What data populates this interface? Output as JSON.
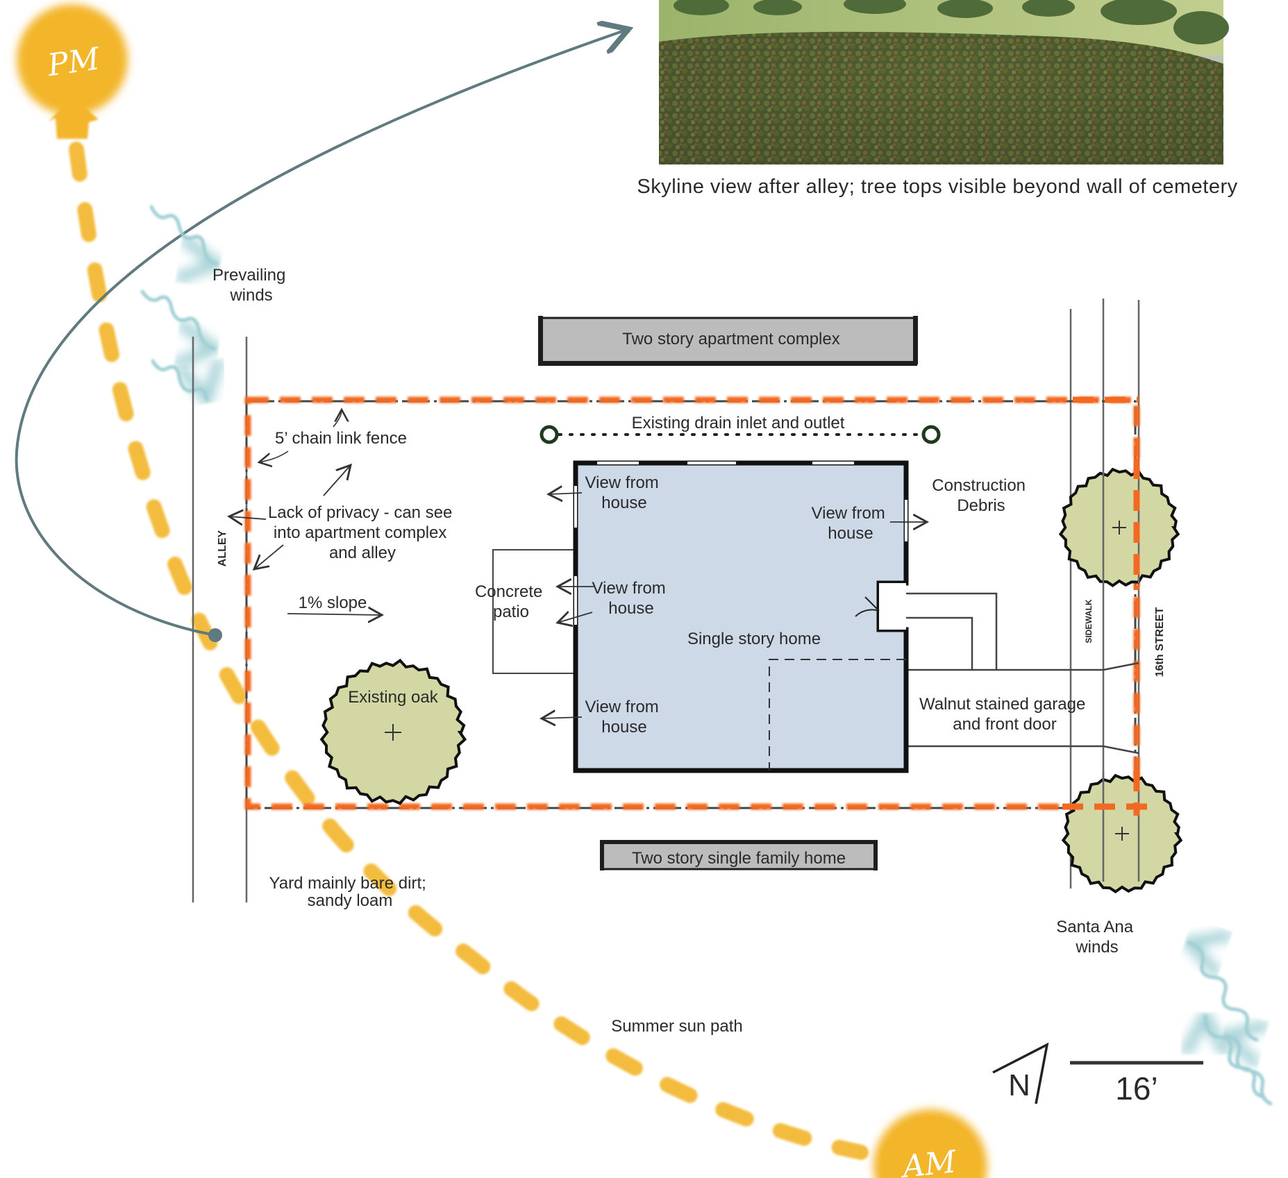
{
  "photo": {
    "caption": "Skyline view after alley; tree tops visible beyond wall of cemetery"
  },
  "sun": {
    "pm_label": "PM",
    "am_label": "AM",
    "path_label": "Summer sun path",
    "color": "#f3b52a"
  },
  "winds": {
    "prevailing_label": [
      "Prevailing",
      "winds"
    ],
    "santa_ana_label": [
      "Santa Ana",
      "winds"
    ],
    "color": "#9fcfd4"
  },
  "neighbors": {
    "north": "Two story apartment complex",
    "south": "Two story single family home"
  },
  "site": {
    "property_line_color": "#f26a21",
    "house_fill": "#cdd9e7",
    "tree_fill": "#d2d7a4",
    "fence_label": "5’ chain link fence",
    "drain_label": "Existing drain inlet and outlet",
    "privacy_label": [
      "Lack of privacy - can see",
      "into apartment complex",
      "and alley"
    ],
    "slope_label": "1% slope",
    "alley_label": "ALLEY",
    "patio_label": [
      "Concrete",
      "patio"
    ],
    "house_label": "Single story home",
    "views": [
      [
        "View from",
        "house"
      ],
      [
        "View from",
        "house"
      ],
      [
        "View from",
        "house"
      ],
      [
        "View from",
        "house"
      ]
    ],
    "debris_label": [
      "Construction",
      "Debris"
    ],
    "garage_label": [
      "Walnut stained garage",
      "and front door"
    ],
    "oak_label": "Existing oak",
    "sidewalk_label": "SIDEWALK",
    "street_label": "16th  STREET",
    "yard_label": [
      "Yard mainly bare dirt;",
      "sandy loam"
    ]
  },
  "legend": {
    "north_label": "N",
    "scale_label": "16’"
  }
}
